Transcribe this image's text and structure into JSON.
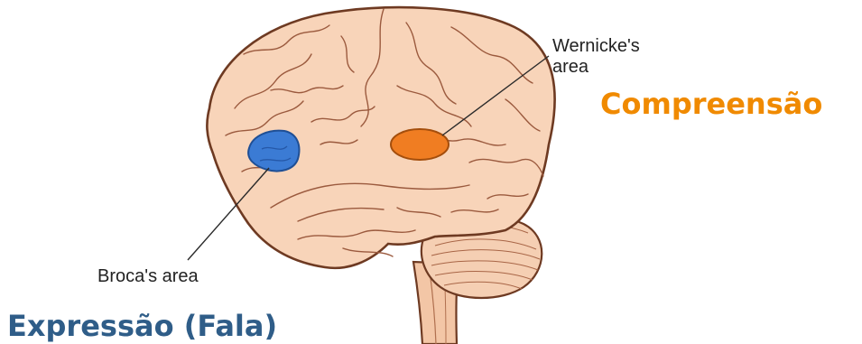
{
  "labels": {
    "wernicke": "Wernicke's area",
    "broca": "Broca's area"
  },
  "annotations": {
    "comprehension": "Compreensão",
    "expression": "Expressão (Fala)"
  },
  "colors": {
    "brain_fill": "#f8d4b9",
    "brain_outline": "#6e3a22",
    "sulcus": "#9b5a3e",
    "wernicke_area": "#f07d22",
    "broca_area": "#3b7bd4",
    "comprehension_text": "#f08a00",
    "expression_text": "#2f5d88"
  }
}
